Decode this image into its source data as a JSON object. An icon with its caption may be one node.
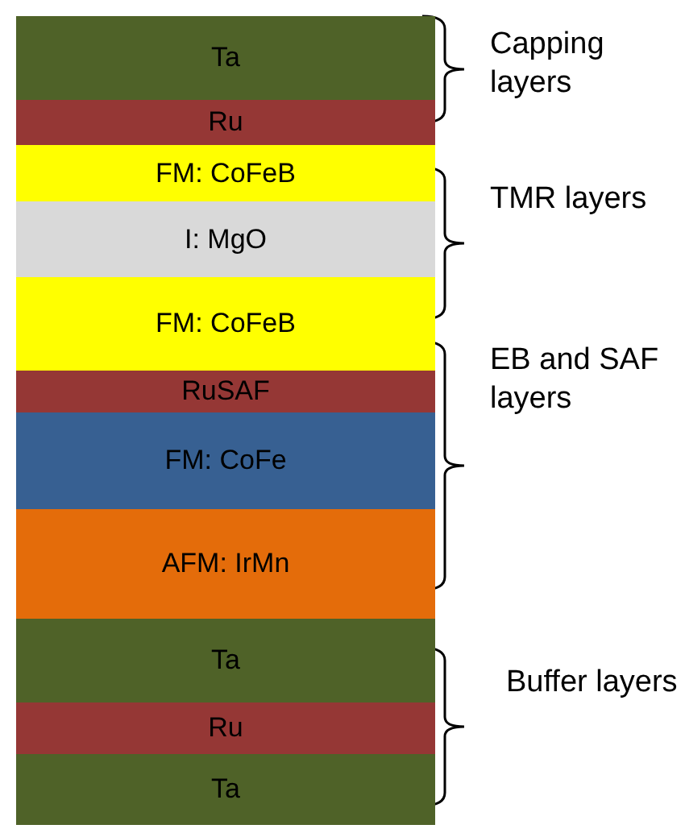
{
  "diagram": {
    "nodes": [
      {
        "text": [
          "Ta"
        ]
      },
      {
        "text": [
          "Ru"
        ]
      },
      {
        "text": [
          "FM: CoFeB"
        ]
      },
      {
        "text": [
          "I: MgO"
        ]
      },
      {
        "text": [
          "FM: CoFeB"
        ]
      },
      {
        "text": [
          "RuSAF"
        ]
      },
      {
        "text": [
          "FM: CoFe"
        ]
      },
      {
        "text": [
          "AFM: IrMn"
        ]
      },
      {
        "text": [
          "Ta"
        ]
      },
      {
        "text": [
          "Ru"
        ]
      },
      {
        "text": [
          "Ta"
        ]
      }
    ],
    "labels": [
      "Capping layers",
      "TMR layers",
      "EB and SAF layers",
      "Buffer layers"
    ]
  }
}
